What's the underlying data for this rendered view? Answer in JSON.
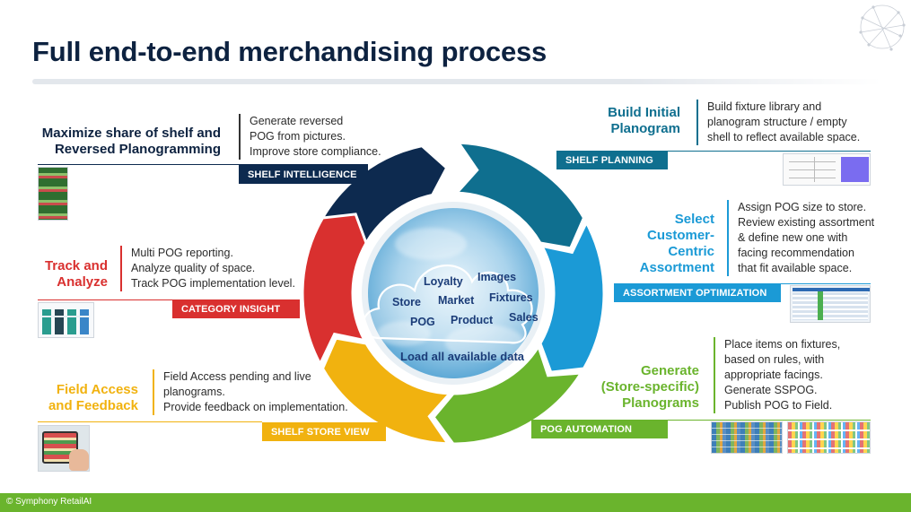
{
  "title": "Full end-to-end merchandising process",
  "footer": "© Symphony RetailAI",
  "stages": [
    {
      "heading": "Maximize share of shelf and Reversed Planogramming",
      "tag": "SHELF INTELLIGENCE",
      "color": "#0d2a4f",
      "desc": [
        "Generate reversed",
        "POG from pictures.",
        "Improve store compliance."
      ]
    },
    {
      "heading": "Build Initial Planogram",
      "tag": "SHELF PLANNING",
      "color": "#0f6f8f",
      "desc": [
        "Build fixture library and",
        "planogram structure / empty",
        "shell to reflect available space."
      ]
    },
    {
      "heading": "Select Customer-Centric Assortment",
      "tag": "ASSORTMENT OPTIMIZATION",
      "color": "#1b9ad6",
      "desc": [
        "Assign POG size to store.",
        "Review existing assortment",
        "& define new one with",
        "facing recommendation",
        "that fit available space."
      ]
    },
    {
      "heading": "Generate (Store-specific) Planograms",
      "tag": "POG AUTOMATION",
      "color": "#6ab42d",
      "desc": [
        "Place items on fixtures,",
        "based on rules, with",
        "appropriate facings.",
        "Generate SSPOG.",
        "Publish POG to Field."
      ]
    },
    {
      "heading": "Field Access and Feedback",
      "tag": "SHELF STORE VIEW",
      "color": "#f1b20f",
      "desc": [
        "Field Access pending and live",
        "planograms.",
        "Provide feedback on implementation."
      ]
    },
    {
      "heading": "Track and Analyze",
      "tag": "CATEGORY INSIGHT",
      "color": "#d9302f",
      "desc": [
        "Multi POG reporting.",
        "Analyze quality of space.",
        "Track POG implementation level."
      ]
    }
  ],
  "heading_lines": {
    "s0": [
      "Maximize share of shelf and",
      "Reversed Planogramming"
    ],
    "s1": [
      "Build Initial",
      "Planogram"
    ],
    "s2": [
      "Select",
      "Customer-",
      "Centric",
      "Assortment"
    ],
    "s3": [
      "Generate",
      "(Store-specific)",
      "Planograms"
    ],
    "s4": [
      "Field Access",
      "and Feedback"
    ],
    "s5": [
      "Track and",
      "Analyze"
    ]
  },
  "data_cloud": {
    "words": [
      "Loyalty",
      "Images",
      "Store",
      "Market",
      "Fixtures",
      "POG",
      "Product",
      "Sales"
    ],
    "footer": "Load all available data"
  },
  "icons": [
    "cloud-icon",
    "network-decoration-icon"
  ]
}
